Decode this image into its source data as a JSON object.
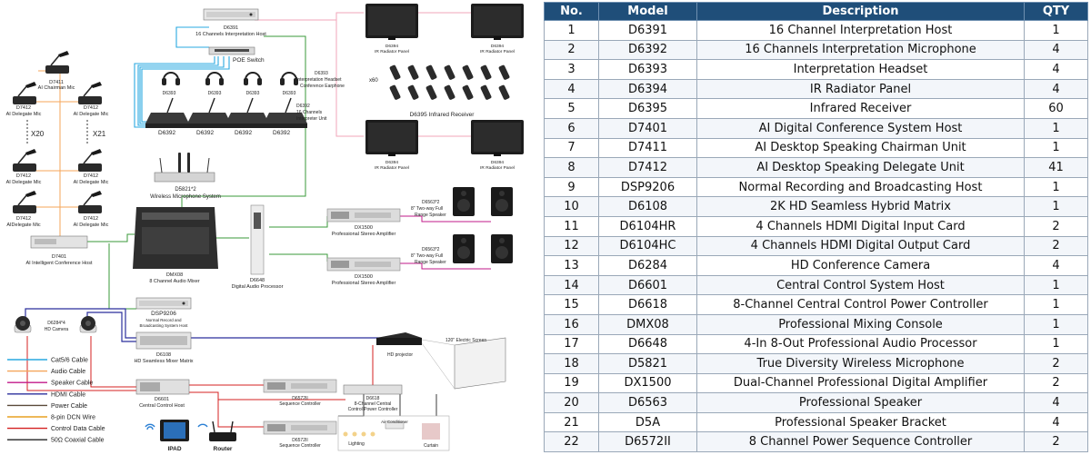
{
  "table": {
    "headers": [
      "No.",
      "Model",
      "Description",
      "QTY"
    ],
    "rows": [
      [
        "1",
        "D6391",
        "16 Channel Interpretation Host",
        "1"
      ],
      [
        "2",
        "D6392",
        "16 Channels Interpretation Microphone",
        "4"
      ],
      [
        "3",
        "D6393",
        "Interpretation Headset",
        "4"
      ],
      [
        "4",
        "D6394",
        "IR Radiator Panel",
        "4"
      ],
      [
        "5",
        "D6395",
        "Infrared Receiver",
        "60"
      ],
      [
        "6",
        "D7401",
        "AI Digital Conference System Host",
        "1"
      ],
      [
        "7",
        "D7411",
        "AI Desktop Speaking Chairman Unit",
        "1"
      ],
      [
        "8",
        "D7412",
        "AI Desktop Speaking  Delegate Unit",
        "41"
      ],
      [
        "9",
        "DSP9206",
        "Normal Recording and Broadcasting Host",
        "1"
      ],
      [
        "10",
        "D6108",
        "2K HD Seamless Hybrid Matrix",
        "1"
      ],
      [
        "11",
        "D6104HR",
        "4 Channels HDMI Digital Input Card",
        "2"
      ],
      [
        "12",
        "D6104HC",
        "4 Channels HDMI Digital Output Card",
        "2"
      ],
      [
        "13",
        "D6284",
        "HD Conference Camera",
        "4"
      ],
      [
        "14",
        "D6601",
        "Central Control System Host",
        "1"
      ],
      [
        "15",
        "D6618",
        "8-Channel Central Control Power Controller",
        "1"
      ],
      [
        "16",
        "DMX08",
        "Professional Mixing Console",
        "1"
      ],
      [
        "17",
        "D6648",
        "4-In 8-Out Professional Audio Processor",
        "1"
      ],
      [
        "18",
        "D5821",
        "True Diversity Wireless Microphone",
        "2"
      ],
      [
        "19",
        "DX1500",
        "Dual-Channel Professional Digital Amplifier",
        "2"
      ],
      [
        "20",
        "D6563",
        "Professional Speaker",
        "4"
      ],
      [
        "21",
        "D5A",
        "Professional Speaker Bracket",
        "4"
      ],
      [
        "22",
        "D6572II",
        "8 Channel Power Sequence Controller",
        "2"
      ]
    ]
  },
  "diagram": {
    "interp_host_model": "D6391",
    "interp_host_desc": "16 Channels Interpretation Host",
    "poe_switch": "POE Switch",
    "headset_model": "D6393",
    "headset_desc1": "Interpretation Headset",
    "headset_desc2": "Conference Earphone",
    "interp_unit_model": "D6392",
    "interp_unit_desc1": "16 Channels",
    "interp_unit_desc2": "Interpreter Unit",
    "ir_panel_model": "D6394",
    "ir_panel_desc": "IR Radiator Panel",
    "receiver_count": "x60",
    "receiver_label": "D6395 Infrared Receiver",
    "chairman_model": "D7411",
    "chairman_desc": "AI Chairman Mic",
    "delegate_model": "D7412",
    "delegate_desc": "AI Delegate Mic",
    "delegate_desc_alt": "AIDelegate Mic",
    "count_left": "X20",
    "count_right": "X21",
    "conf_host_model": "D7401",
    "conf_host_desc": "AI Intelligent Conference Host",
    "wireless_model": "D5821*2",
    "wireless_desc": "Wireless Microphone System",
    "mixer_model": "DMX08",
    "mixer_desc": "8 Channel Audio Mixer",
    "processor_model": "D6648",
    "processor_desc": "Digital Audio Processor",
    "amp_model": "DX1500",
    "amp_desc": "Professional Stereo Amplifier",
    "speaker_model": "D6563*2",
    "speaker_desc1": "8\" Two-way Full",
    "speaker_desc2": "Range Speaker",
    "rec_model": "DSP9206",
    "rec_desc1": "Normal Record and",
    "rec_desc2": "Broadcasting System Host",
    "camera_model": "D6284*4",
    "camera_desc": "HD Camera",
    "matrix_model": "D6108",
    "matrix_desc": "HD Seamless Mixer Matrix",
    "projector": "HD projector",
    "screen": "120\" Electric Screen",
    "control_model": "D6601",
    "control_desc": "Central Control Host",
    "seq_model": "D6572II",
    "seq_desc": "Sequence Controller",
    "power_model": "D6618",
    "power_desc1": "8-Channel Central",
    "power_desc2": "Control Power Controller",
    "aircon": "Air Conditioner",
    "lighting": "Lighting",
    "curtain": "Curtain",
    "ipad": "IPAD",
    "router": "Router",
    "legend": [
      {
        "label": "Cat5/6 Cable",
        "color": "#29a8e0"
      },
      {
        "label": "Audio Cable",
        "color": "#f5a55a"
      },
      {
        "label": "Speaker Cable",
        "color": "#c2188a"
      },
      {
        "label": "HDMI Cable",
        "color": "#2b2f9c"
      },
      {
        "label": "Power Cable",
        "color": "#5a4a3a"
      },
      {
        "label": "8-pin DCN Wire",
        "color": "#e8a020"
      },
      {
        "label": "Control Data Cable",
        "color": "#d42020"
      },
      {
        "label": "50Ω Coaxial Cable",
        "color": "#222222"
      }
    ]
  }
}
